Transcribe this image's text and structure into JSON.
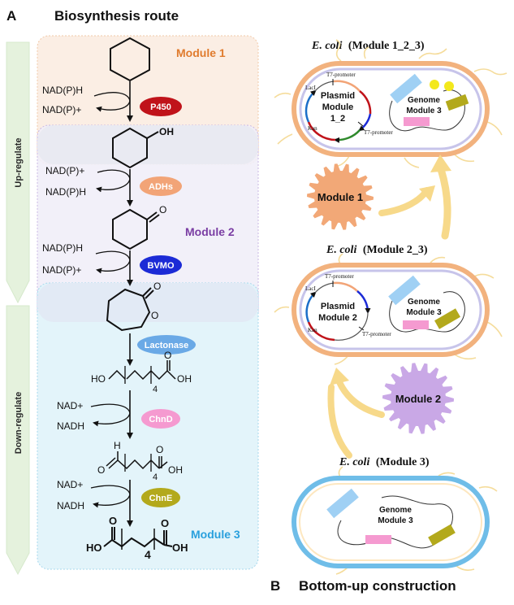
{
  "panel_a": {
    "letter": "A",
    "title": "Biosynthesis route",
    "side_up": "Up-regulate",
    "side_down": "Down-regulate",
    "modules": {
      "m1": "Module 1",
      "m2": "Module 2",
      "m3": "Module 3"
    },
    "enzymes": {
      "p450": "P450",
      "adhs": "ADHs",
      "bvmo": "BVMO",
      "lactonase": "Lactonase",
      "chnd": "ChnD",
      "chne": "ChnE"
    },
    "cofactors": {
      "s1_in": "NAD(P)H",
      "s1_out": "NAD(P)+",
      "s2_in": "NAD(P)+",
      "s2_out": "NAD(P)H",
      "s3_in": "NAD(P)H",
      "s3_out": "NAD(P)+",
      "s5_in": "NAD+",
      "s5_out": "NADH",
      "s6_in": "NAD+",
      "s6_out": "NADH"
    },
    "chem_labels": {
      "oh": "OH",
      "o": "O",
      "ho": "HO",
      "h": "H",
      "sub4": "4"
    }
  },
  "panel_b": {
    "letter": "B",
    "title": "Bottom-up construction",
    "gears": {
      "g1": "Module 1",
      "g2": "Module 2"
    },
    "cells": {
      "c1": {
        "italic": "E. coli",
        "label": "(Module 1_2_3)",
        "plasmid": [
          "Plasmid",
          "Module",
          "1_2"
        ],
        "genome": [
          "Genome",
          "Module 3"
        ]
      },
      "c2": {
        "italic": "E. coli",
        "label": "(Module 2_3)",
        "plasmid": [
          "Plasmid",
          "Module 2"
        ],
        "genome": [
          "Genome",
          "Module 3"
        ]
      },
      "c3": {
        "italic": "E. coli",
        "label": "(Module 3)",
        "genome": [
          "Genome",
          "Module 3"
        ]
      }
    },
    "plasmid_labels": {
      "lacI": "LacI",
      "kan": "Kan",
      "t7": "T7-promoter"
    }
  },
  "colors": {
    "module1_bg": "#fbeee4",
    "module2_bg": "#f1eef8",
    "module3_bg": "#e3f4fa",
    "p450": "#c0131a",
    "adhs": "#f2a477",
    "bvmo": "#1c2bd6",
    "lactonase": "#6aa9e6",
    "chnd": "#f59ad0",
    "chne": "#b3a91c",
    "gear1": "#f2a877",
    "gear2": "#c9a8e6",
    "arrow_up": "#f7d98a",
    "arrow_down": "#e3f2dc"
  }
}
